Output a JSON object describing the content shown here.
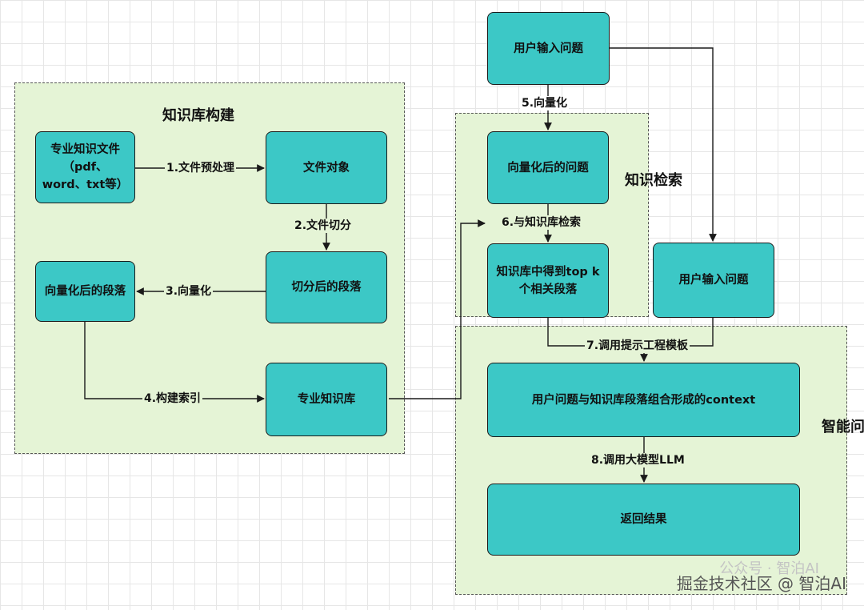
{
  "groups": {
    "kb_build": "知识库构建",
    "kb_search": "知识检索",
    "smart_qa": "智能问答"
  },
  "nodes": {
    "pro_files": "专业知识文件\n（pdf、\nword、txt等）",
    "file_objects": "文件对象",
    "split_paragraphs": "切分后的段落",
    "vector_paragraphs": "向量化后的段落",
    "pro_kb": "专业知识库",
    "user_question_top": "用户输入问题",
    "vector_question": "向量化后的问题",
    "top_k": "知识库中得到top k\n个相关段落",
    "user_question_right": "用户输入问题",
    "context": "用户问题与知识库段落组合形成的context",
    "result": "返回结果"
  },
  "edges": {
    "e1": "1.文件预处理",
    "e2": "2.文件切分",
    "e3": "3.向量化",
    "e4": "4.构建索引",
    "e5": "5.向量化",
    "e6": "6.与知识库检索",
    "e7": "7.调用提示工程模板",
    "e8": "8.调用大模型LLM"
  },
  "watermark": {
    "ghost": "公众号 · 智泊AI",
    "text": "掘金技术社区 @ 智泊AI"
  },
  "colors": {
    "group_fill": "#e5f4d6",
    "node_fill": "#3cc8c6",
    "border": "#1a1a1a"
  }
}
